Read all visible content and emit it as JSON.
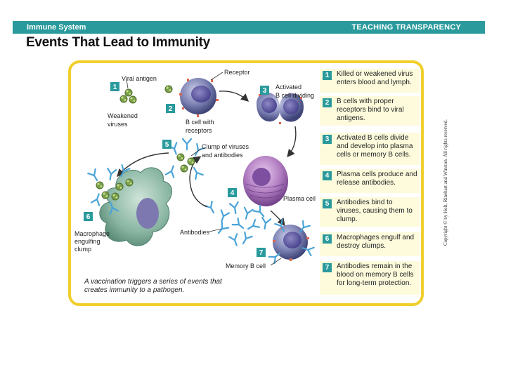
{
  "header": {
    "section": "Immune System",
    "badge": "TEACHING TRANSPARENCY"
  },
  "title": "Events That Lead to Immunity",
  "labels": {
    "viral_antigen": "Viral antigen",
    "receptor": "Receptor",
    "weakened_viruses_1": "Weakened",
    "weakened_viruses_2": "viruses",
    "b_cell_1": "B cell with",
    "b_cell_2": "receptors",
    "activated_1": "Activated",
    "activated_2": "B cell dividing",
    "clump_1": "Clump of viruses",
    "clump_2": "and antibodies",
    "plasma_cell": "Plasma cell",
    "macrophage_1": "Macrophage",
    "macrophage_2": "engulfing",
    "macrophage_3": "clump",
    "antibodies": "Antibodies",
    "memory_b_cell": "Memory B cell"
  },
  "diagram_numbers": [
    "1",
    "2",
    "3",
    "4",
    "5",
    "6",
    "7"
  ],
  "steps": [
    {
      "num": "1",
      "text": "Killed or weakened virus enters blood and lymph."
    },
    {
      "num": "2",
      "text": "B cells with proper receptors bind to viral antigens."
    },
    {
      "num": "3",
      "text": "Activated B cells divide and develop into plasma cells or memory B cells."
    },
    {
      "num": "4",
      "text": "Plasma cells produce and release antibodies."
    },
    {
      "num": "5",
      "text": "Antibodies bind to viruses, causing them to clump."
    },
    {
      "num": "6",
      "text": "Macrophages engulf and destroy clumps."
    },
    {
      "num": "7",
      "text": "Antibodies remain in the blood on memory B cells for long-term protection."
    }
  ],
  "caption": "A vaccination triggers a series of events that creates immunity to a pathogen.",
  "copyright": "Copyright © by Holt, Rinehart and Winston. All rights reserved.",
  "colors": {
    "teal": "#2a9a9c",
    "frame_yellow": "#f0cf2c",
    "step_bg": "#fdfbdc",
    "bcell": "#6e74a8",
    "plasma": "#a56fb4",
    "macrophage": "#8cb9a6",
    "antibody": "#4aa3d8",
    "virus": "#7aa04a"
  }
}
